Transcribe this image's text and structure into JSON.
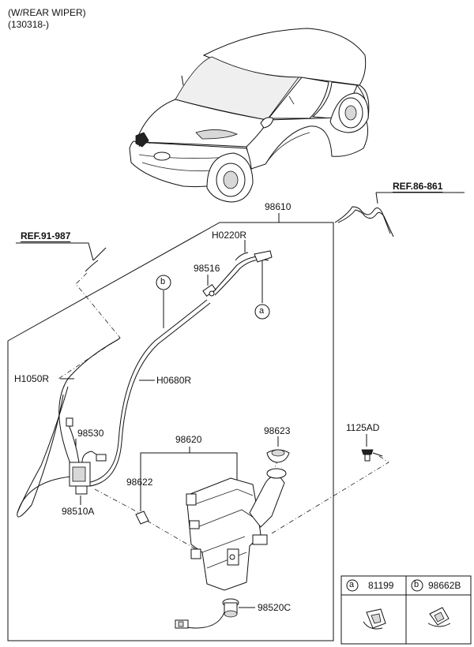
{
  "header": {
    "variant": "(W/REAR WIPER)",
    "date_range": "(130318-)"
  },
  "refs": {
    "ref_86_861": "REF.86-861",
    "ref_91_987": "REF.91-987"
  },
  "parts": {
    "p98610": "98610",
    "pH0220R": "H0220R",
    "p98516": "98516",
    "pH1050R": "H1050R",
    "pH0680R": "H0680R",
    "p98530": "98530",
    "p98510A": "98510A",
    "p98620": "98620",
    "p98623": "98623",
    "p98622": "98622",
    "p1125AD": "1125AD",
    "p98520C": "98520C"
  },
  "callouts": {
    "a": "a",
    "b": "b"
  },
  "legend": {
    "a_letter": "a",
    "a_part": "81199",
    "b_letter": "b",
    "b_part": "98662B"
  }
}
